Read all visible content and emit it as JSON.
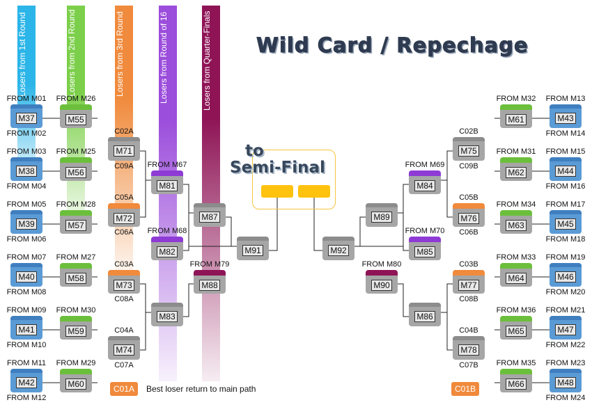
{
  "title": "Wild Card / Repechage",
  "semi_final": {
    "to": "to",
    "label": "Semi-Final"
  },
  "bands": [
    {
      "label": "Losers from 1st Round",
      "color": "#2bb5e8"
    },
    {
      "label": "Losers from 2nd Round",
      "color": "#7ccf4a"
    },
    {
      "label": "Losers from 3rd Round",
      "color": "#f08a3c"
    },
    {
      "label": "Losers from Round of 16",
      "color": "#9b4ddb"
    },
    {
      "label": "Losers from Quarter-Finals",
      "color": "#8e1456"
    }
  ],
  "matches": [
    {
      "id": "M37",
      "style": "blue",
      "top": "FROM M01",
      "bottom": "FROM M02"
    },
    {
      "id": "M38",
      "style": "blue",
      "top": "FROM M03",
      "bottom": "FROM M04"
    },
    {
      "id": "M39",
      "style": "blue",
      "top": "FROM M05",
      "bottom": "FROM M06"
    },
    {
      "id": "M40",
      "style": "blue",
      "top": "FROM M07",
      "bottom": "FROM M08"
    },
    {
      "id": "M41",
      "style": "blue",
      "top": "FROM M09",
      "bottom": "FROM M10"
    },
    {
      "id": "M42",
      "style": "blue",
      "top": "FROM M11",
      "bottom": "FROM M12"
    },
    {
      "id": "M55",
      "style": "green",
      "top": "FROM M26",
      "bottom": ""
    },
    {
      "id": "M56",
      "style": "green",
      "top": "FROM M25",
      "bottom": ""
    },
    {
      "id": "M57",
      "style": "green",
      "top": "FROM M28",
      "bottom": ""
    },
    {
      "id": "M58",
      "style": "green",
      "top": "FROM M27",
      "bottom": ""
    },
    {
      "id": "M59",
      "style": "green",
      "top": "FROM M30",
      "bottom": ""
    },
    {
      "id": "M60",
      "style": "green",
      "top": "FROM M29",
      "bottom": ""
    },
    {
      "id": "M71",
      "style": "grey",
      "top": "C02A",
      "bottom": "C09A"
    },
    {
      "id": "M72",
      "style": "orange",
      "top": "C05A",
      "bottom": "C06A"
    },
    {
      "id": "M73",
      "style": "orange",
      "top": "C03A",
      "bottom": "C08A"
    },
    {
      "id": "M74",
      "style": "grey",
      "top": "C04A",
      "bottom": "C07A"
    },
    {
      "id": "M81",
      "style": "purple",
      "top": "FROM M67",
      "bottom": ""
    },
    {
      "id": "M82",
      "style": "purple",
      "top": "FROM M68",
      "bottom": ""
    },
    {
      "id": "M83",
      "style": "grey",
      "top": "",
      "bottom": ""
    },
    {
      "id": "M87",
      "style": "grey",
      "top": "",
      "bottom": ""
    },
    {
      "id": "M88",
      "style": "magenta",
      "top": "FROM M79",
      "bottom": ""
    },
    {
      "id": "M91",
      "style": "grey",
      "top": "",
      "bottom": ""
    },
    {
      "id": "M92",
      "style": "grey",
      "top": "",
      "bottom": ""
    },
    {
      "id": "M89",
      "style": "grey",
      "top": "",
      "bottom": ""
    },
    {
      "id": "M90",
      "style": "magenta",
      "top": "FROM M80",
      "bottom": ""
    },
    {
      "id": "M84",
      "style": "purple",
      "top": "FROM M69",
      "bottom": ""
    },
    {
      "id": "M85",
      "style": "purple",
      "top": "FROM M70",
      "bottom": ""
    },
    {
      "id": "M86",
      "style": "grey",
      "top": "",
      "bottom": ""
    },
    {
      "id": "M75",
      "style": "grey",
      "top": "C02B",
      "bottom": "C09B"
    },
    {
      "id": "M76",
      "style": "orange",
      "top": "C05B",
      "bottom": "C06B"
    },
    {
      "id": "M77",
      "style": "orange",
      "top": "C03B",
      "bottom": "C08B"
    },
    {
      "id": "M78",
      "style": "grey",
      "top": "C04B",
      "bottom": "C07B"
    },
    {
      "id": "M61",
      "style": "green",
      "top": "FROM M32",
      "bottom": ""
    },
    {
      "id": "M62",
      "style": "green",
      "top": "FROM M31",
      "bottom": ""
    },
    {
      "id": "M63",
      "style": "green",
      "top": "FROM M34",
      "bottom": ""
    },
    {
      "id": "M64",
      "style": "green",
      "top": "FROM M33",
      "bottom": ""
    },
    {
      "id": "M65",
      "style": "green",
      "top": "FROM M36",
      "bottom": ""
    },
    {
      "id": "M66",
      "style": "green",
      "top": "FROM M35",
      "bottom": ""
    },
    {
      "id": "M43",
      "style": "blue",
      "top": "FROM M13",
      "bottom": "FROM M14"
    },
    {
      "id": "M44",
      "style": "blue",
      "top": "FROM M15",
      "bottom": "FROM M16"
    },
    {
      "id": "M45",
      "style": "blue",
      "top": "FROM M17",
      "bottom": "FROM M18"
    },
    {
      "id": "M46",
      "style": "blue",
      "top": "FROM M19",
      "bottom": "FROM M20"
    },
    {
      "id": "M47",
      "style": "blue",
      "top": "FROM M21",
      "bottom": "FROM M22"
    },
    {
      "id": "M48",
      "style": "blue",
      "top": "FROM M23",
      "bottom": "FROM M24"
    }
  ],
  "legend": {
    "left_badge": "C01A",
    "text": "Best loser return to main path",
    "right_badge": "C01B"
  }
}
